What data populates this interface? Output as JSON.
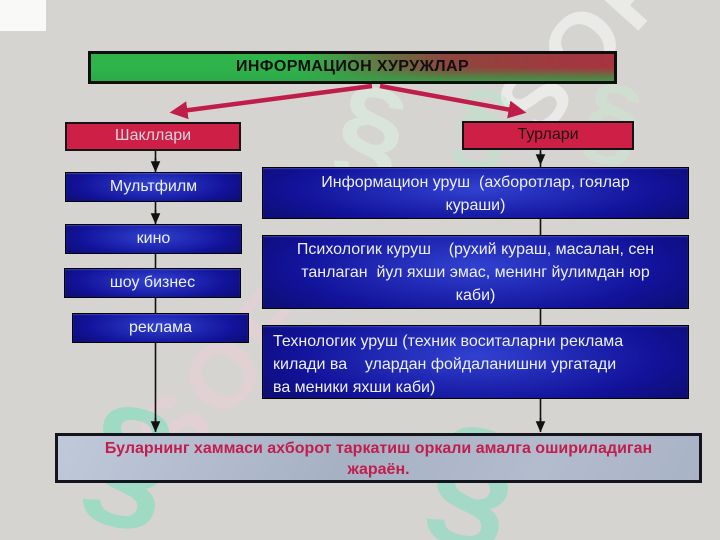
{
  "slide": {
    "title": "ИНФОРМАЦИОН ХУРУЖЛАР",
    "left_branch": {
      "header": "Шакллари",
      "items": [
        "Мультфилм",
        "кино",
        "шоу бизнес",
        "реклама"
      ]
    },
    "right_branch": {
      "header": "Турлари",
      "items": [
        "Информацион уруш  (ахборотлар, гоялар\nкураши)",
        "Психологик куруш    (рухий кураш, масалан, сен\nтанлаган  йул яхши эмас, менинг йулимдан юр\nкаби)",
        "Технологик уруш (техник воситаларни реклама\nкилади ва    улардан фойдаланишни ургатади\nва меники яхши каби)"
      ]
    },
    "footer": "Буларнинг хаммаси ахборот таркатиш оркали амалга ошириладиган\nжараён.",
    "watermark": "SOFT",
    "watermark_glyph": "§",
    "colors": {
      "background": "#d5d4d1",
      "title_green": "#2fb44b",
      "title_red": "#a8333f",
      "branch_red": "#ce2047",
      "node_navy": "#12129a",
      "footer_bg": "#aab4c7",
      "footer_text": "#c11e4e",
      "arrow_crimson": "#bf1e4a",
      "watermark_teal": "#6ae0ba"
    }
  }
}
